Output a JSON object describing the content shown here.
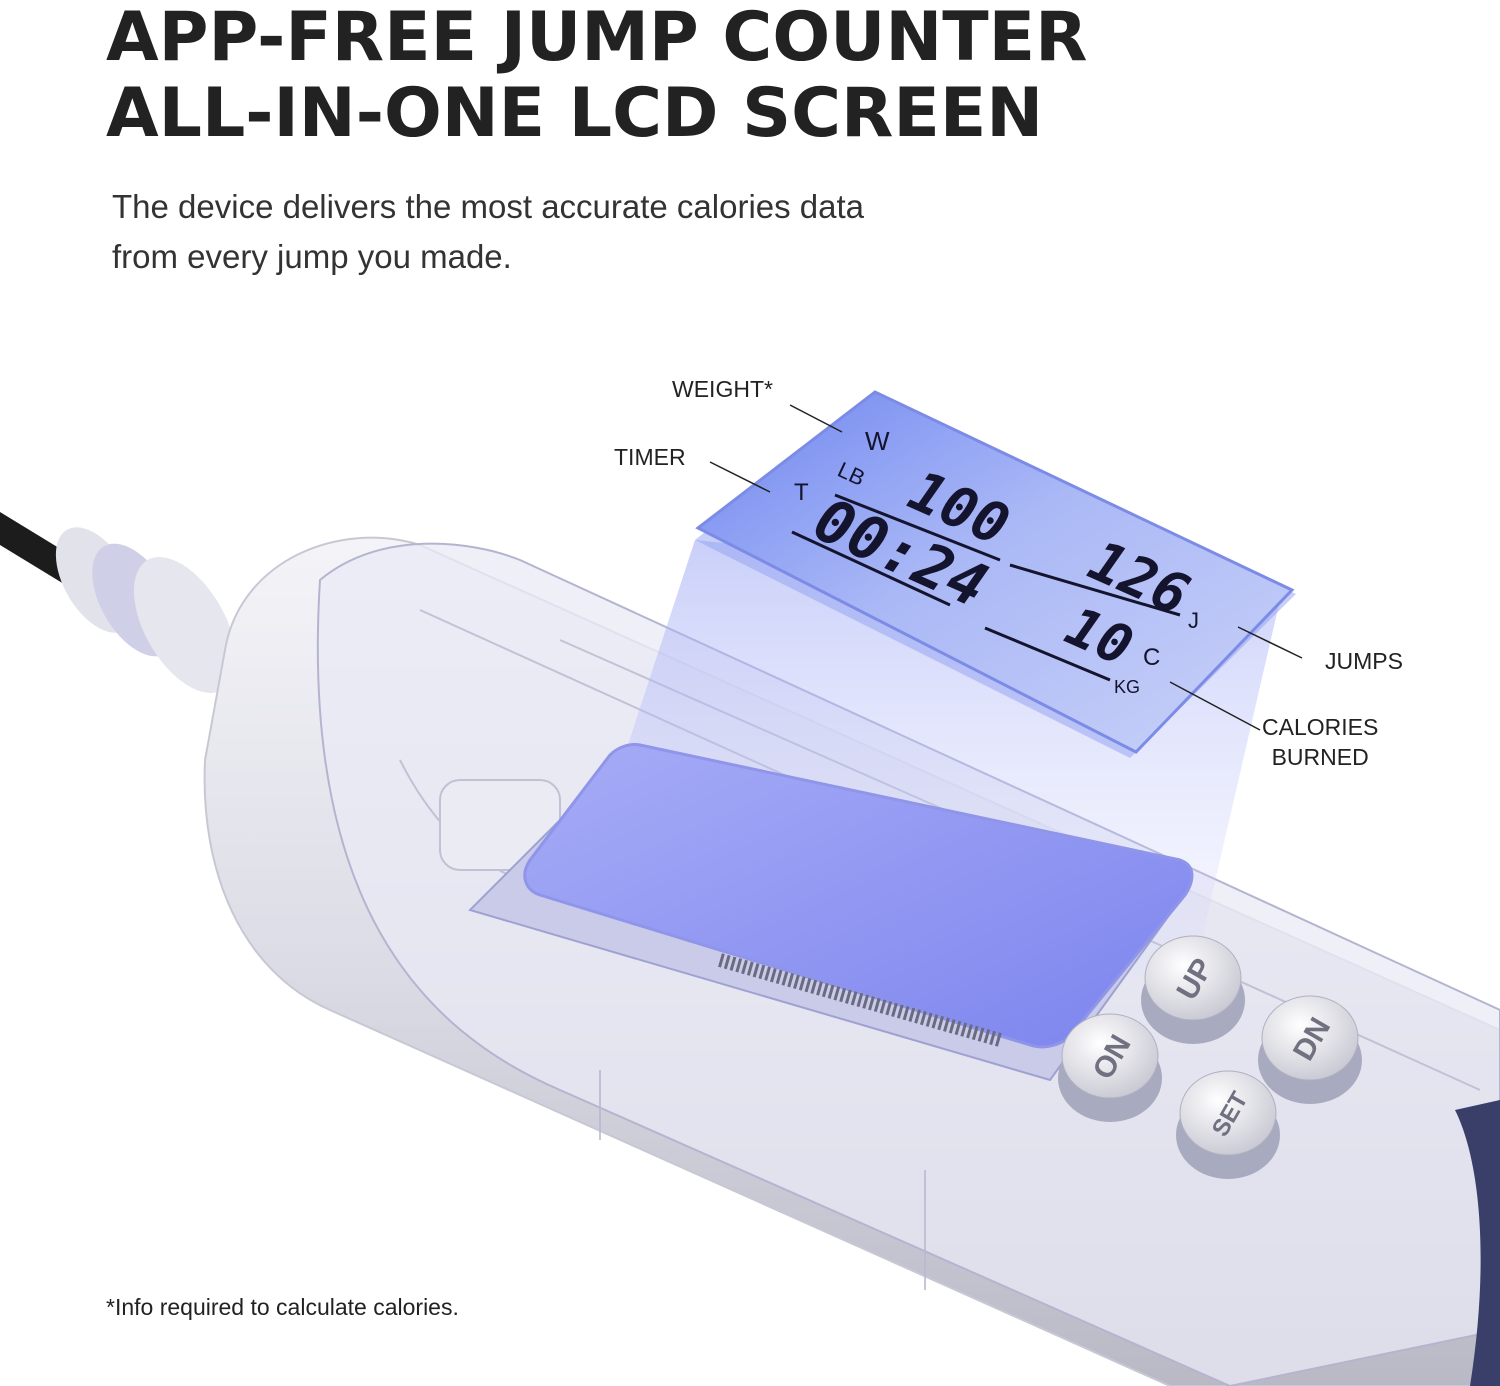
{
  "heading": {
    "line1": "APP-FREE JUMP COUNTER",
    "line2": "ALL-IN-ONE LCD SCREEN"
  },
  "description": {
    "line1": "The device delivers the most accurate calories data",
    "line2": "from every jump you made."
  },
  "callouts": {
    "weight": "WEIGHT*",
    "timer": "TIMER",
    "jumps": "JUMPS",
    "calories_line1": "CALORIES",
    "calories_line2": "BURNED"
  },
  "lcd": {
    "weight_letter": "W",
    "weight_unit": "LB",
    "weight_value": "100",
    "timer_letter": "T",
    "timer_value": "00:24",
    "jumps_value": "126",
    "jumps_unit": "J",
    "calories_value": "10",
    "calories_unit": "C",
    "calories_unit2": "KG"
  },
  "buttons": {
    "up": "UP",
    "down": "DN",
    "on": "ON",
    "set": "SET"
  },
  "footnote": "*Info required to calculate calories.",
  "colors": {
    "lcd_backlight": "#8fa0f2",
    "lcd_text": "#14142e",
    "glow": "#7f7ff0",
    "heading_text": "#222222"
  }
}
